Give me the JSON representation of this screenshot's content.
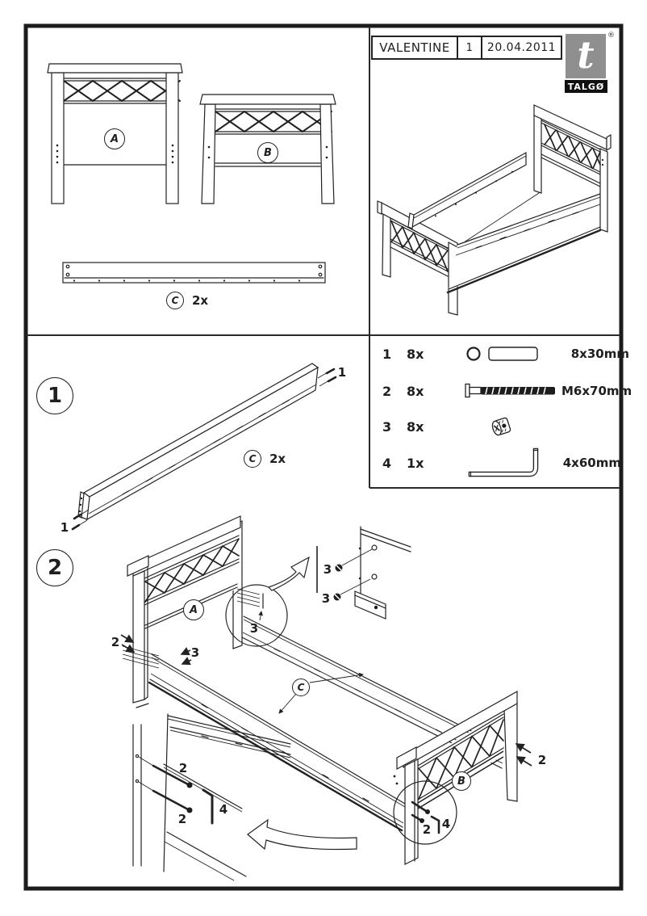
{
  "header": {
    "product_name": "VALENTINE",
    "page_number": "1",
    "date": "20.04.2011"
  },
  "brand": {
    "logo_letter": "t",
    "registered_mark": "®",
    "name": "TALGØ"
  },
  "labels": {
    "panel_a": "A",
    "panel_b": "B",
    "rail_c": "C",
    "qty_2x": "2x",
    "part_1": "1",
    "part_2": "2",
    "part_3": "3",
    "part_4": "4"
  },
  "steps": {
    "step_1": "1",
    "step_2": "2"
  },
  "parts_list": {
    "rows": [
      {
        "no": "1",
        "qty": "8x",
        "size": "8x30mm",
        "icon": "washer-dowel-icon"
      },
      {
        "no": "2",
        "qty": "8x",
        "size": "M6x70mm",
        "icon": "bolt-icon"
      },
      {
        "no": "3",
        "qty": "8x",
        "size": "",
        "icon": "barrel-nut-icon"
      },
      {
        "no": "4",
        "qty": "1x",
        "size": "4x60mm",
        "icon": "allen-key-icon"
      }
    ]
  },
  "colors": {
    "ink": "#222222",
    "logo_gray": "#8f8f8f",
    "logo_black": "#101010",
    "paper": "#ffffff"
  }
}
